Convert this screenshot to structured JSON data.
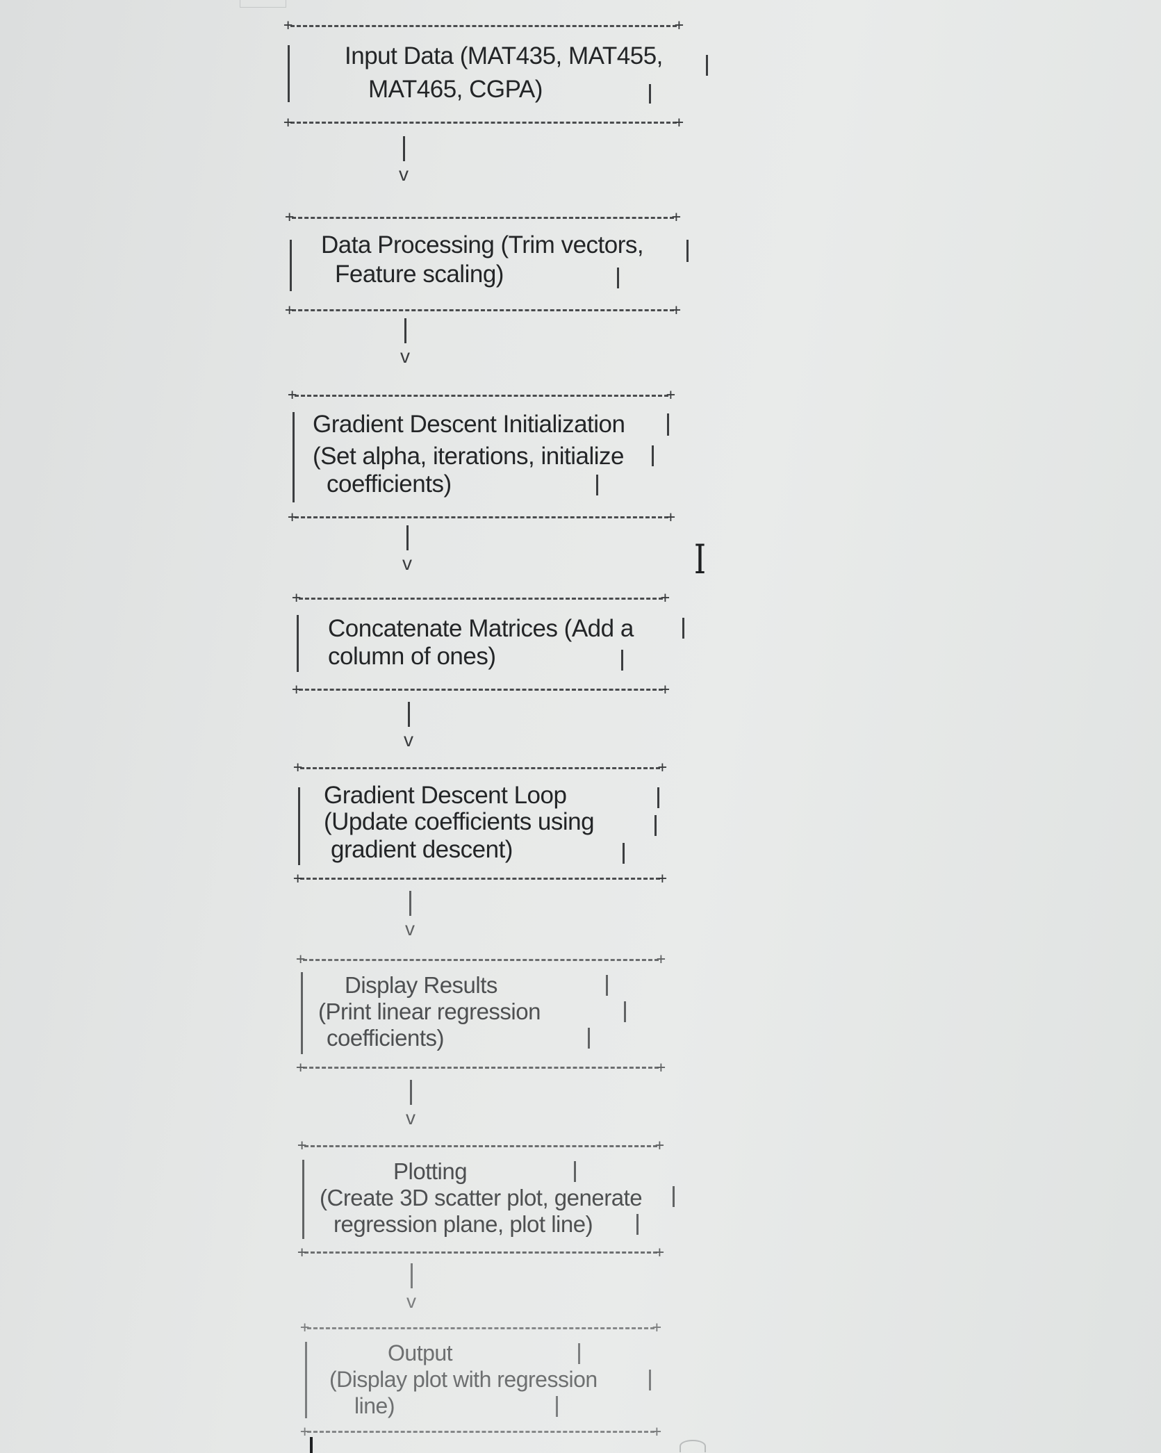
{
  "diagram": {
    "boxes": [
      {
        "lines": [
          "Input Data (MAT435, MAT455,",
          "MAT465, CGPA)"
        ]
      },
      {
        "lines": [
          "Data Processing (Trim vectors,",
          "Feature scaling)"
        ]
      },
      {
        "lines": [
          "Gradient Descent Initialization",
          "(Set alpha, iterations, initialize",
          "coefficients)"
        ]
      },
      {
        "lines": [
          "Concatenate Matrices (Add a",
          "column of ones)"
        ]
      },
      {
        "lines": [
          "Gradient Descent Loop",
          "(Update coefficients using",
          "gradient descent)"
        ]
      },
      {
        "lines": [
          "Display Results",
          "(Print linear regression",
          "coefficients)"
        ]
      },
      {
        "lines": [
          "Plotting",
          "(Create 3D scatter plot, generate",
          "regression plane, plot line)"
        ]
      },
      {
        "lines": [
          "Output",
          "(Display plot with regression",
          "line)"
        ]
      }
    ],
    "arrow_head": "v",
    "corner_glyph": "+"
  },
  "icons": {
    "text_cursor": "text-cursor-icon"
  },
  "colors": {
    "paper": "#e6e8e7",
    "ink": "#2a2c2e"
  }
}
